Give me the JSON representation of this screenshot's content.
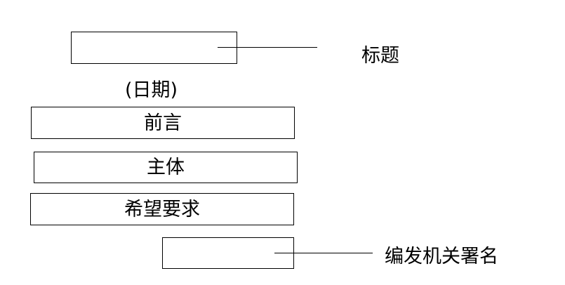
{
  "diagram": {
    "title_label": "标题",
    "date_label": "(日期)",
    "boxes": {
      "title": "",
      "preface": "前言",
      "body": "主体",
      "request": "希望要求",
      "signature": ""
    },
    "signature_label": "编发机关署名"
  }
}
